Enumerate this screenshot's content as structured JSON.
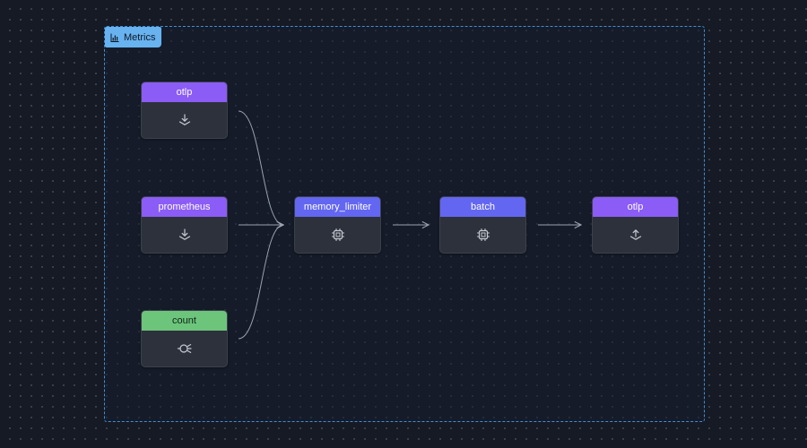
{
  "group": {
    "label": "Metrics",
    "icon": "bar-chart-icon"
  },
  "colors": {
    "receiver": "#8b5cf6",
    "processor": "#6366f1",
    "exporter": "#8b5cf6",
    "connector": "#6cc57b",
    "group_border": "#3f8fd8",
    "group_tag": "#67b2ef"
  },
  "nodes": {
    "receiver_otlp": {
      "label": "otlp",
      "icon": "download-tray-icon"
    },
    "receiver_prometheus": {
      "label": "prometheus",
      "icon": "download-tray-icon"
    },
    "connector_count": {
      "label": "count",
      "icon": "connector-icon"
    },
    "processor_memory_limiter": {
      "label": "memory_limiter",
      "icon": "cpu-chip-icon"
    },
    "processor_batch": {
      "label": "batch",
      "icon": "cpu-chip-icon"
    },
    "exporter_otlp": {
      "label": "otlp",
      "icon": "upload-tray-icon"
    }
  }
}
